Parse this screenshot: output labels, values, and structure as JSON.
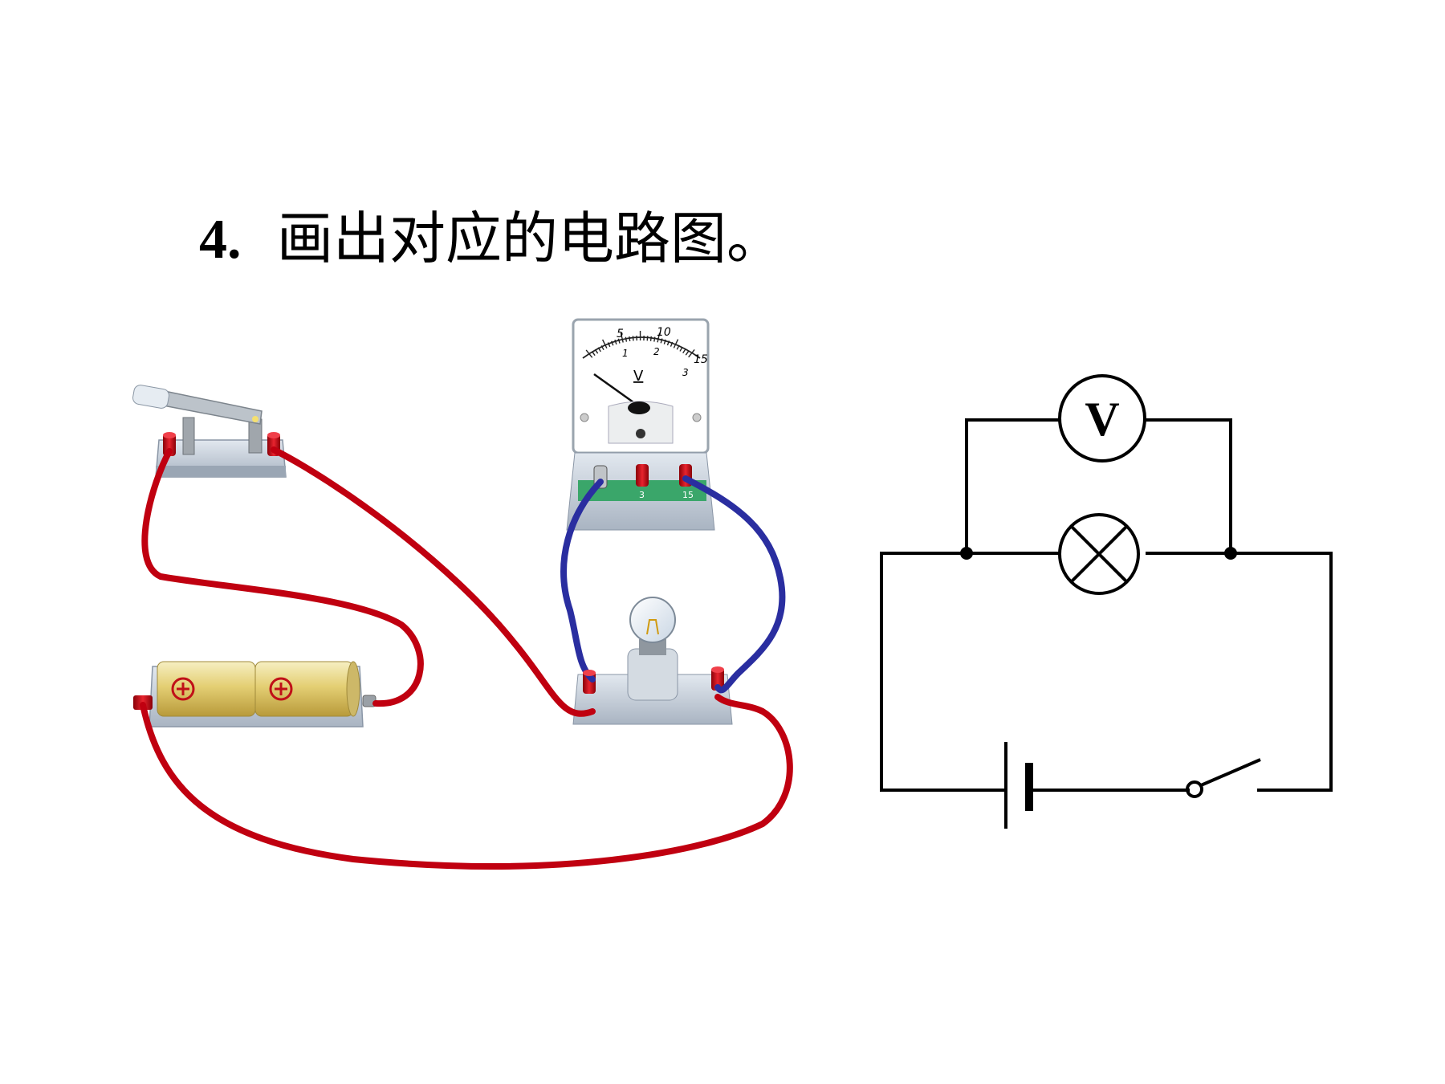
{
  "question": {
    "number": "4",
    "separator": ".",
    "text": "画出对应的电路图。"
  },
  "voltmeter": {
    "unit_symbol": "V",
    "scale_upper": [
      "5",
      "10",
      "15"
    ],
    "scale_lower": [
      "1",
      "2",
      "3"
    ],
    "terminal_labels": [
      "-",
      "3",
      "15"
    ]
  },
  "schematic": {
    "meter_symbol": "V"
  },
  "colors": {
    "red_wire": "#c00010",
    "blue_wire": "#2a2ea0",
    "terminal_red": "#d0101a",
    "base_gray": "#c8d2de",
    "meter_green": "#3aa66a",
    "battery_yellow": "#e8d98a"
  }
}
